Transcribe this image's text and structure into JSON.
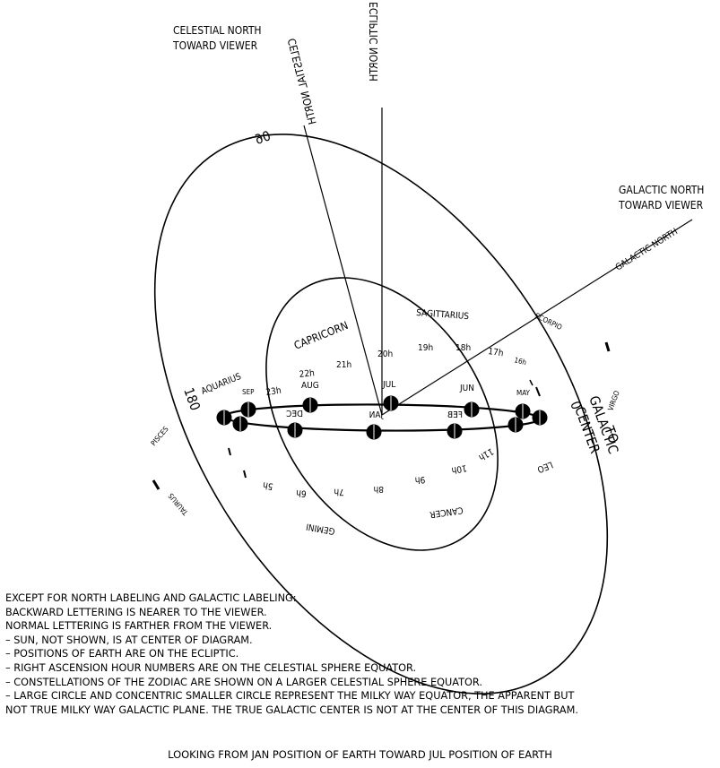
{
  "labels": {
    "celestial_north_viewer": [
      "CELESTIAL NORTH",
      "TOWARD VIEWER"
    ],
    "celestial_north": "CELESTIAL NORTH",
    "ecliptic_north": "ECLIPTIC NORTH",
    "galactic_north_viewer": [
      "GALACTIC NORTH",
      "TOWARD VIEWER"
    ],
    "galactic_north": "GALACTIC NORTH",
    "galactic_center": [
      "TO",
      "GALACTIC",
      "CENTER"
    ],
    "deg_90": "90",
    "deg_180": "180",
    "deg_0": "0"
  },
  "constellations": {
    "capricorn": "CAPRICORN",
    "sagittarius": "SAGITTARIUS",
    "scorpio": "SCORPIO",
    "aquarius": "AQUARIUS",
    "pisces": "PISCES",
    "taurus": "TAURUS",
    "gemini": "GEMINI",
    "cancer": "CANCER",
    "leo": "LEO",
    "virgo": "VIRGO"
  },
  "hours_far": [
    "23h",
    "22h",
    "21h",
    "20h",
    "19h",
    "18h",
    "17h",
    "16h"
  ],
  "hours_near": [
    "5h",
    "6h",
    "7h",
    "8h",
    "9h",
    "10h",
    "11h"
  ],
  "months_far": [
    "SEP",
    "AUG",
    "JUL",
    "JUN",
    "MAY"
  ],
  "months_near": [
    "DEC",
    "JAN",
    "FEB"
  ],
  "notes": [
    "EXCEPT FOR NORTH LABELING AND GALACTIC LABELING:",
    "BACKWARD LETTERING IS NEARER TO THE VIEWER.",
    "NORMAL LETTERING IS FARTHER FROM THE VIEWER.",
    "– SUN, NOT SHOWN, IS AT CENTER OF DIAGRAM.",
    "– POSITIONS OF EARTH ARE ON THE ECLIPTIC.",
    "– RIGHT ASCENSION HOUR NUMBERS ARE ON THE CELESTIAL SPHERE EQUATOR.",
    "– CONSTELLATIONS OF THE ZODIAC ARE SHOWN ON A LARGER CELESTIAL SPHERE EQUATOR.",
    "– LARGE CIRCLE AND CONCENTRIC SMALLER CIRCLE REPRESENT THE MILKY WAY EQUATOR, THE APPARENT BUT",
    "NOT TRUE MILKY WAY GALACTIC PLANE. THE TRUE GALACTIC CENTER IS NOT AT THE CENTER OF THIS DIAGRAM."
  ],
  "caption": "LOOKING FROM JAN POSITION OF EARTH TOWARD JUL POSITION OF EARTH"
}
